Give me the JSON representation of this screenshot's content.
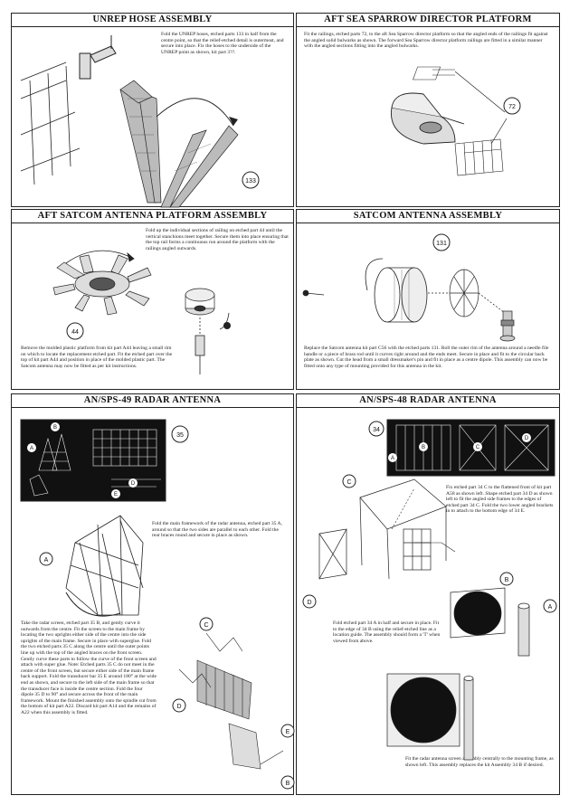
{
  "panels": {
    "unrep": {
      "title": "UNREP HOSE ASSEMBLY",
      "text": "Fold the UNREP hoses, etched parts 133 in half from the centre point, so that the relief-etched detail is outermost, and secure into place. Fix the hoses to the underside of the UNREP point as shown, kit part 3??.",
      "callouts": [
        "133"
      ]
    },
    "aft_sparrow": {
      "title": "AFT SEA SPARROW DIRECTOR PLATFORM",
      "text": "Fit the railings, etched parts 72, to the aft Sea Sparrow director platform so that the angled ends of the railings fit against the angled solid bulwarks as shown. The forward Sea Sparrow director platform railings are fitted in a similar manner with the angled sections fitting into the angled bulwarks.",
      "callouts": [
        "72"
      ]
    },
    "aft_satcom": {
      "title": "AFT SATCOM ANTENNA PLATFORM ASSEMBLY",
      "text_top": "Fold up the individual sections of railing on etched part 44 until the vertical stanchions meet together. Secure them into place ensuring that the top rail forms a continuous run around the platform with the railings angled outwards.",
      "text_bottom": "Remove the molded plastic platform from kit part A44 leaving a small rim on which to locate the replacement etched part. Fit the etched part over the top of kit part A44 and position in place of the molded plastic part. The Satcom antenna may now be fitted as per kit instructions.",
      "callouts": [
        "44"
      ]
    },
    "satcom": {
      "title": "SATCOM ANTENNA ASSEMBLY",
      "text": "Replace the Satcom antenna kit part C56 with the etched parts 131. Roll the outer rim of the antenna around a needle file handle or a piece of brass rod until it curves right around and the ends meet. Secure in place and fit to the circular back plate as shown. Cut the head from a small dressmaker's pin and fit in place as a centre dipole. This assembly can now be fitted onto any type of mounting provided for this antenna in the kit.",
      "callouts": [
        "131"
      ]
    },
    "sps49": {
      "title": "AN/SPS-49 RADAR ANTENNA",
      "text_right": "Fold the main framework of the radar antenna, etched part 35 A, around so that the two sides are parallel to each other. Fold the rear braces round and secure in place as shown.",
      "text_left": "Take the radar screen, etched part 35 B, and gently curve it outwards from the centre. Fit the screen to the main frame by locating the two uprights either side of the centre into the side uprights of the main frame. Secure in place with superglue. Fold the two etched parts 35 C along the centre until the outer points line up with the top of the angled braces on the front screen. Gently curve these parts to follow the curve of the front screen and attach with super glue. Note: Etched parts 35 C do not meet in the centre of the front screen, but secure either side of the main frame back support. Fold the transducer bar 35 E around 180° at the wide end as shown, and secure to the left side of the main frame so that the transducer face is inside the centre section. Fold the four dipole 35 D to 90° and secure across the front of the main framework. Mount the finished assembly onto the spindle cut from the bottom of kit part A22. Discard kit part A14 and the remains of A22 when this assembly is fitted.",
      "callouts": [
        "35",
        "A",
        "B",
        "C",
        "D",
        "E"
      ]
    },
    "sps48": {
      "title": "AN/SPS-48 RADAR ANTENNA",
      "text_right": "Fix etched part 34 C to the flattened front of kit part A58 as shown left. Shape etched part 34 D as shown left to fit the angled side frames to the edges of etched part 34 C. Fold the two lower angled brackets in to attach to the bottom edge of 34 E.",
      "text_mid": "Fold etched part 34 A in half and secure in place. Fit to the edge of 34 B using the relief-etched line as a location guide. The assembly should form a 'T' when viewed from above.",
      "text_bottom": "Fit the radar antenna screen assembly centrally to the mounting frame, as shown left. This assembly replaces the kit Assembly 34 B if desired.",
      "callouts": [
        "34",
        "A",
        "B",
        "C",
        "D"
      ]
    }
  }
}
